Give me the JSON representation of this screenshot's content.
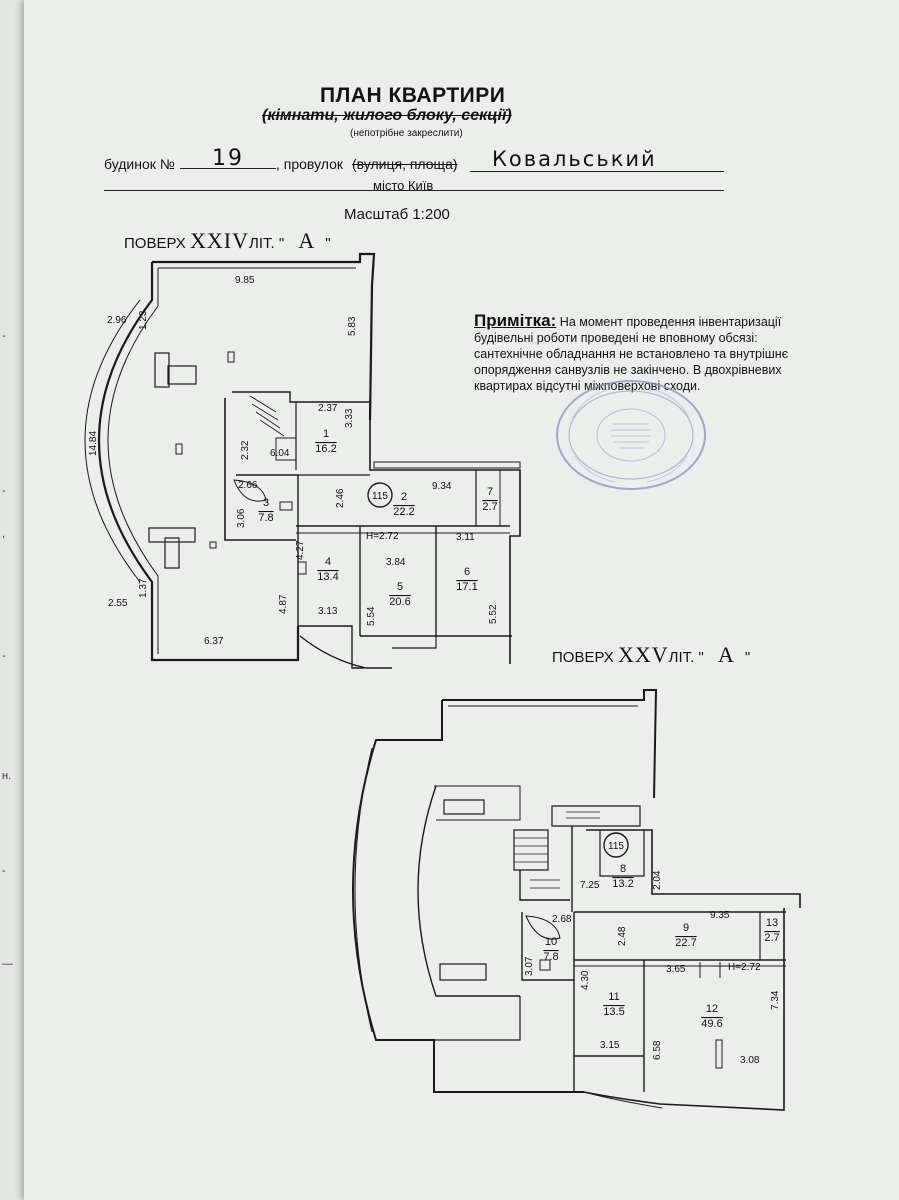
{
  "header": {
    "title": "ПЛАН КВАРТИРИ",
    "subtitle": "(кімнати, жилого блоку, секції)",
    "strike_note": "(непотрібне закреслити)"
  },
  "address": {
    "house_label": "будинок №",
    "house_number": "19",
    "street_type_label": ", провулок",
    "street_type_struck": "(вулиця, площа)",
    "street_name": "Ковальський",
    "city": "місто Київ"
  },
  "scale": "Масштаб 1:200",
  "floor1": {
    "prefix": "ПОВЕРХ",
    "number": "XXIV",
    "lit_label": "ЛІТ. \"",
    "lit_value": "А",
    "lit_close": "\""
  },
  "floor2": {
    "prefix": "ПОВЕРХ",
    "number": "XXV",
    "lit_label": "ЛІТ. \"",
    "lit_value": "А",
    "lit_close": "\""
  },
  "note": {
    "heading": "Примітка:",
    "text": "На момент проведення інвентаризації будівельні роботи проведені не вповному обсязі: сантехнічне обладнання не встановлено та внутрішнє опорядження санвузлів не закінчено. В двохрівневих квартирах відсутні міжповерхові сходи."
  },
  "apartment_number": "115",
  "stamp_colors": {
    "ink": "#8a8ec7"
  },
  "floor1_rooms": [
    {
      "id": "1",
      "area": "16.2"
    },
    {
      "id": "2",
      "area": "22.2"
    },
    {
      "id": "3",
      "area": "7.8"
    },
    {
      "id": "4",
      "area": "13.4"
    },
    {
      "id": "5",
      "area": "20.6"
    },
    {
      "id": "6",
      "area": "17.1"
    },
    {
      "id": "7",
      "area": "2.7"
    }
  ],
  "floor1_dims": [
    "9.85",
    "2.96",
    "1.23",
    "5.83",
    "14.84",
    "2.37",
    "3.33",
    "2.32",
    "6.04",
    "2.66",
    "9.34",
    "2.46",
    "3.06",
    "H=2.72",
    "3.11",
    "4.27",
    "3.84",
    "2.55",
    "1.37",
    "4.87",
    "3.13",
    "5.54",
    "5.52",
    "6.37"
  ],
  "floor2_rooms": [
    {
      "id": "8",
      "area": "13.2"
    },
    {
      "id": "9",
      "area": "22.7"
    },
    {
      "id": "10",
      "area": "7.8"
    },
    {
      "id": "11",
      "area": "13.5"
    },
    {
      "id": "12",
      "area": "49.6"
    },
    {
      "id": "13",
      "area": "2.7"
    }
  ],
  "floor2_dims": [
    "7.25",
    "2.04",
    "2.68",
    "9.35",
    "2.48",
    "3.07",
    "3.65",
    "H=2.72",
    "4.30",
    "7.34",
    "6.58",
    "3.08",
    "3.15"
  ]
}
